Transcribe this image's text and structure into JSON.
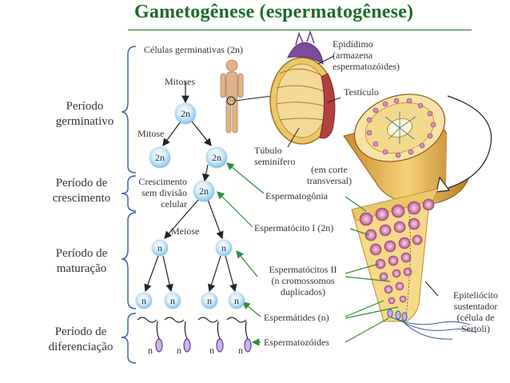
{
  "title": "Gametogênese (espermatogênese)",
  "periods": [
    {
      "line1": "Período",
      "line2": "germinativo"
    },
    {
      "line1": "Período de",
      "line2": "crescimento"
    },
    {
      "line1": "Período de",
      "line2": "maturação"
    },
    {
      "line1": "Período de",
      "line2": "diferenciação"
    }
  ],
  "labels": {
    "germ_cells": "Células germinativas (2n)",
    "mitoses": "Mitoses",
    "mitose": "Mitose",
    "growth_1": "Crescimento",
    "growth_2": "sem divisão",
    "growth_3": "celular",
    "meiose": "Meiose"
  },
  "cells": {
    "diploid": "2n",
    "haploid": "n"
  },
  "anatomy": {
    "epididimo_1": "Epidídimo",
    "epididimo_2": "(armazena",
    "epididimo_3": "espermatozóides)",
    "testiculo": "Testículo",
    "tubulo_1": "Túbulo",
    "tubulo_2": "seminífero",
    "corte_1": "(em corte",
    "corte_2": "transversal)"
  },
  "stages": {
    "espermatogonia": "Espermatogônia",
    "espermatocito1": "Espermatócito I (2n)",
    "espermatocitos2_1": "Espermatócitos II",
    "espermatocitos2_2": "(n cromossomos",
    "espermatocitos2_3": "duplicados)",
    "espermatides": "Espermátides (n)",
    "espermatozoides": "Espermatozóides"
  },
  "sertoli": {
    "l1": "Epiteliócito",
    "l2": "sustentador",
    "l3": "(célula de",
    "l4": "Sertoli)"
  },
  "colors": {
    "title": "#1d6b2a",
    "arrow_green": "#2f8f3a",
    "bracket_blue": "#3b66a8",
    "cell_blue": "#7fc0e8"
  }
}
